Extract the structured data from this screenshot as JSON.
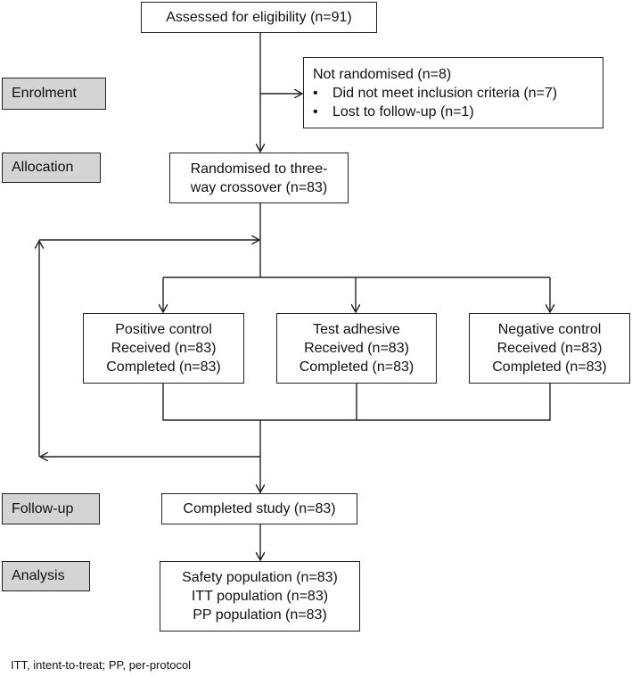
{
  "stages": {
    "enrolment": "Enrolment",
    "allocation": "Allocation",
    "follow_up": "Follow-up",
    "analysis": "Analysis"
  },
  "assessed": "Assessed for eligibility (n=91)",
  "not_randomised": {
    "title": "Not randomised (n=8)",
    "items": [
      "Did not meet inclusion criteria (n=7)",
      "Lost to follow-up (n=1)"
    ]
  },
  "randomised": {
    "line1": "Randomised to three-",
    "line2": "way crossover (n=83)"
  },
  "arms": [
    {
      "name": "Positive control",
      "received": "Received (n=83)",
      "completed": "Completed (n=83)"
    },
    {
      "name": "Test adhesive",
      "received": "Received (n=83)",
      "completed": "Completed (n=83)"
    },
    {
      "name": "Negative control",
      "received": "Received (n=83)",
      "completed": "Completed (n=83)"
    }
  ],
  "completed_study": "Completed study (n=83)",
  "analysis": [
    "Safety population (n=83)",
    "ITT population (n=83)",
    "PP population (n=83)"
  ],
  "footnote": "ITT, intent-to-treat; PP, per-protocol"
}
